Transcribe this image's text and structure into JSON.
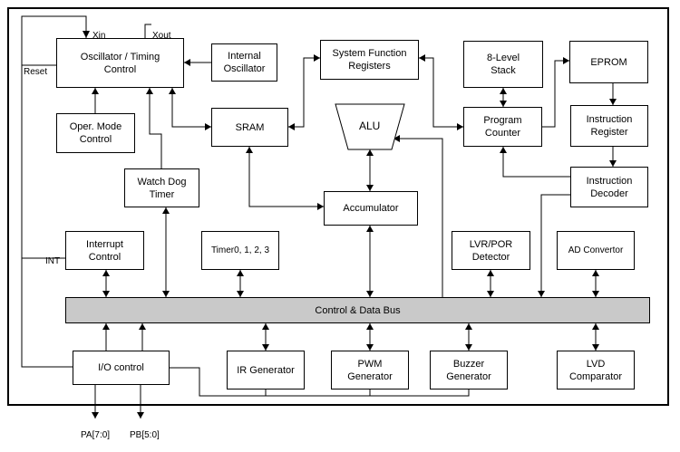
{
  "blocks": {
    "osc": "Oscillator / Timing\nControl",
    "int_osc": "Internal\nOscillator",
    "sfr": "System Function\nRegisters",
    "stack": "8-Level\nStack",
    "eprom": "EPROM",
    "oper": "Oper. Mode\nControl",
    "sram": "SRAM",
    "alu": "ALU",
    "pc": "Program\nCounter",
    "ireg": "Instruction\nRegister",
    "wdt": "Watch Dog\nTimer",
    "acc": "Accumulator",
    "idec": "Instruction\nDecoder",
    "intc": "Interrupt\nControl",
    "timer": "Timer0, 1, 2, 3",
    "lvr": "LVR/POR\nDetector",
    "adc": "AD Convertor",
    "bus": "Control & Data Bus",
    "io": "I/O control",
    "ir": "IR Generator",
    "pwm": "PWM\nGenerator",
    "buzzer": "Buzzer\nGenerator",
    "lvd": "LVD\nComparator"
  },
  "labels": {
    "xin": "Xin",
    "xout": "Xout",
    "reset": "Reset",
    "int": "INT",
    "pa": "PA[7:0]",
    "pb": "PB[5:0]"
  }
}
